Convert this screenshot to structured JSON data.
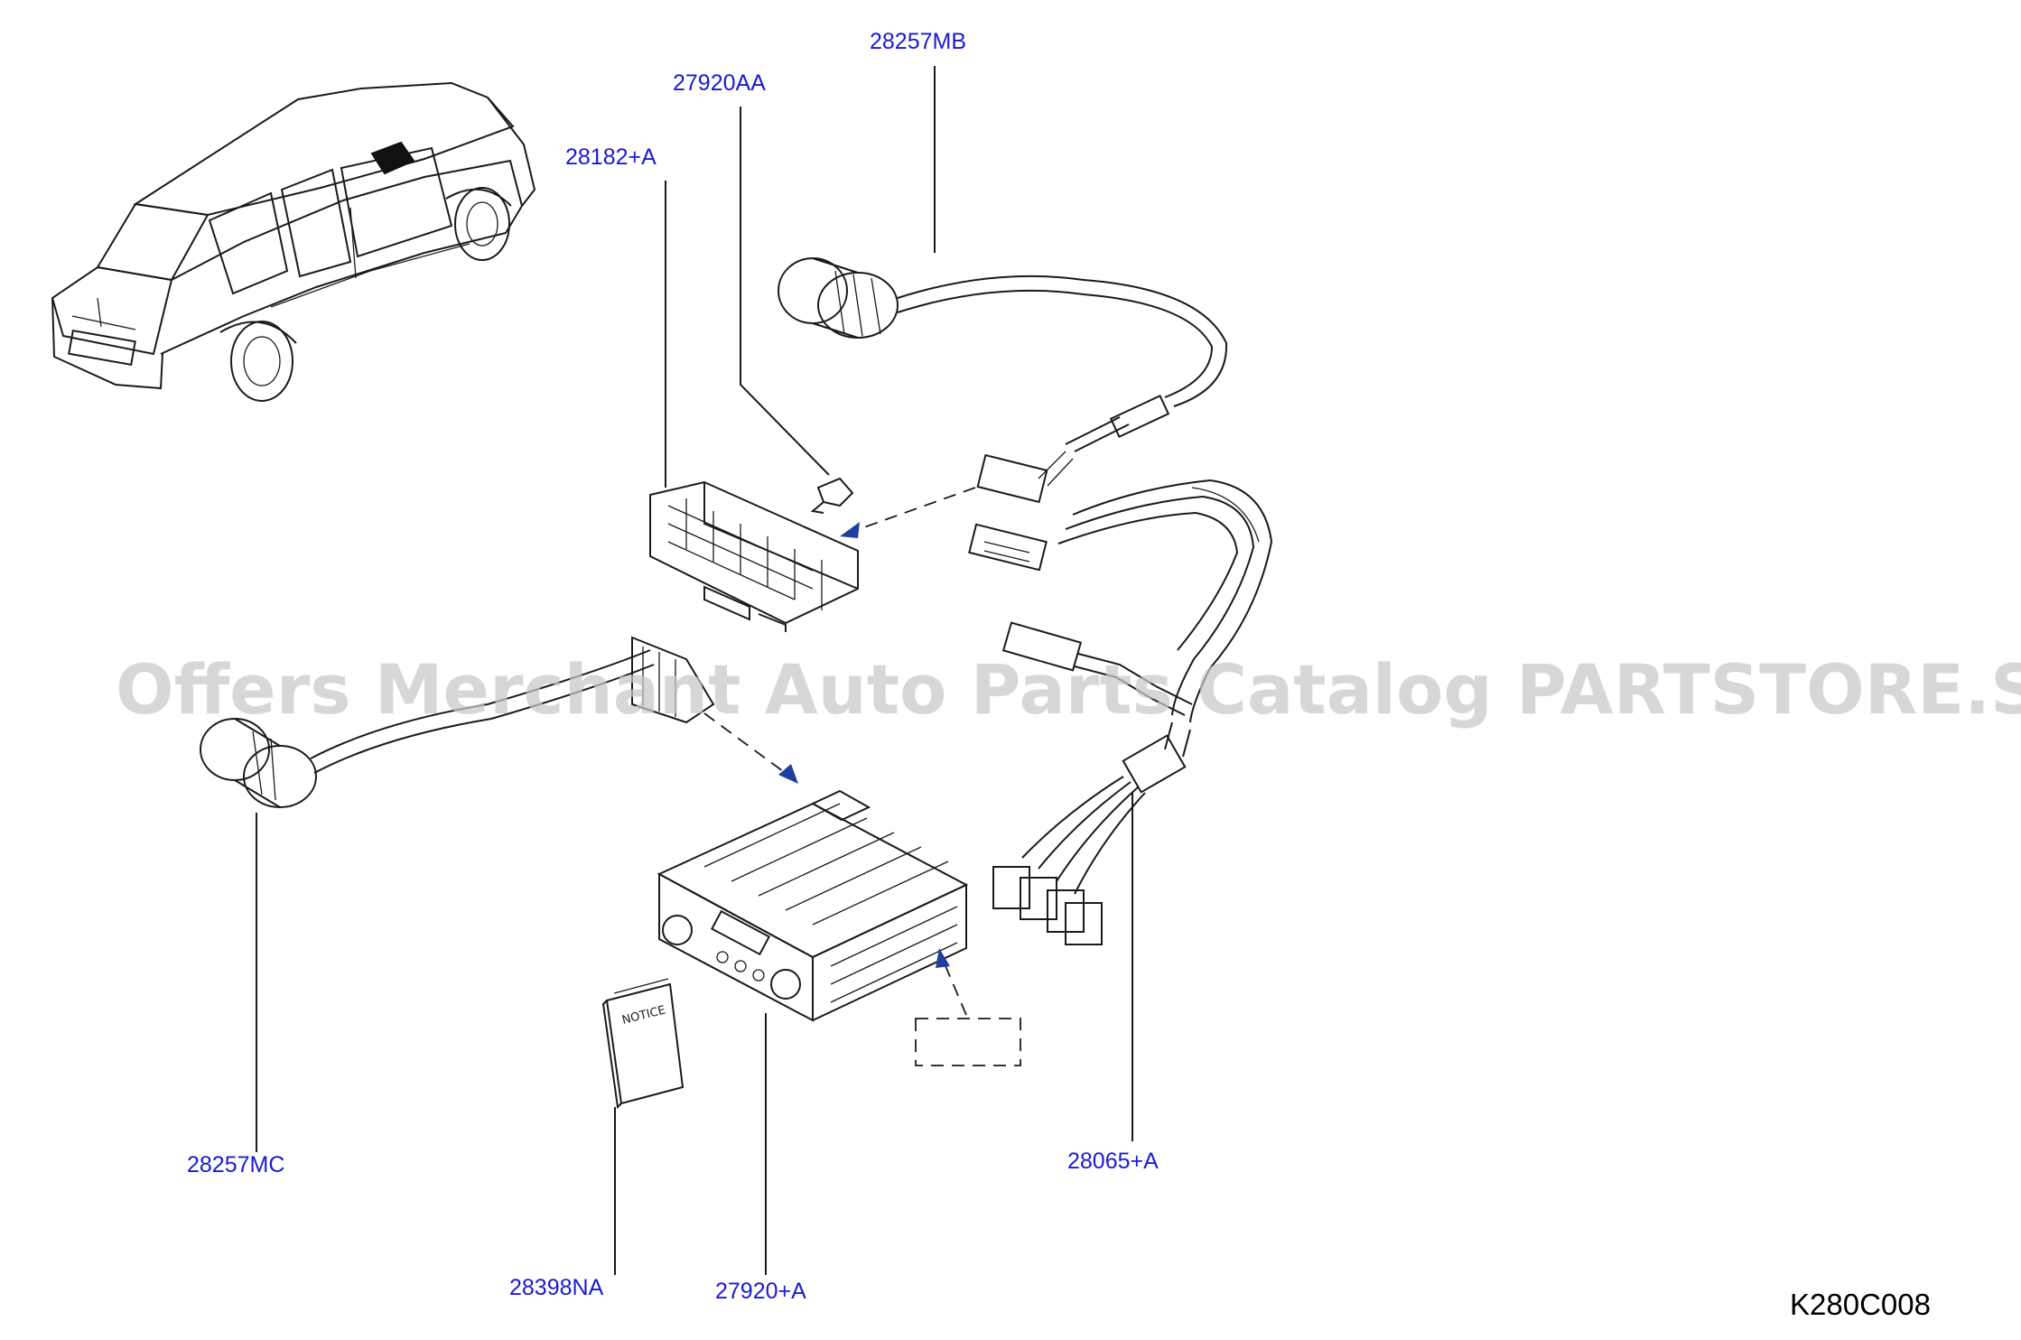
{
  "labels": {
    "p28257MB": "28257MB",
    "p27920AA": "27920AA",
    "p28182A": "28182+A",
    "p28257MC": "28257MC",
    "p28065A": "28065+A",
    "p28398NA": "28398NA",
    "p27920A": "27920+A"
  },
  "diagram_code": "K280C008",
  "notice_text": "NOTICE",
  "watermark": "Offers Merchant Auto Parts Catalog PARTSTORE.SA",
  "colors": {
    "label": "#1a1ad6",
    "arrow": "#1e3f9e",
    "line": "#1a1a1a"
  }
}
